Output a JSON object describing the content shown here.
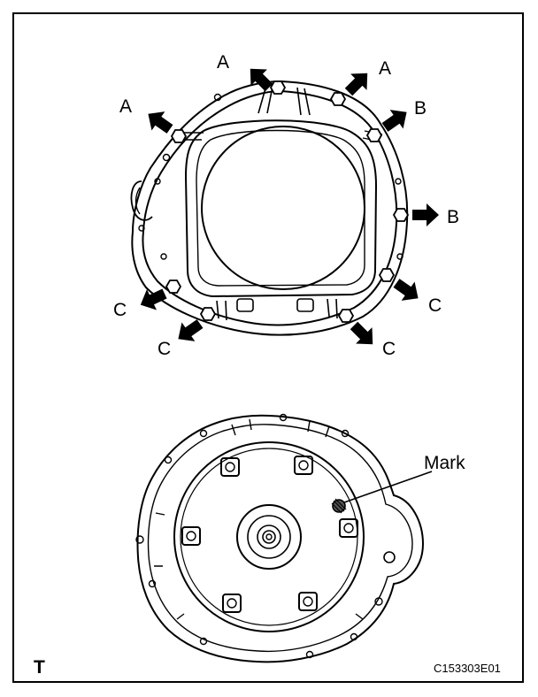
{
  "diagram": {
    "callouts": {
      "a1": "A",
      "a2": "A",
      "a3": "A",
      "b1": "B",
      "b2": "B",
      "c1": "C",
      "c2": "C",
      "c3": "C",
      "c4": "C"
    },
    "mark_label": "Mark",
    "corner_label": "T",
    "figure_code": "C153303E01"
  },
  "colors": {
    "ink": "#000000",
    "paper": "#ffffff"
  }
}
